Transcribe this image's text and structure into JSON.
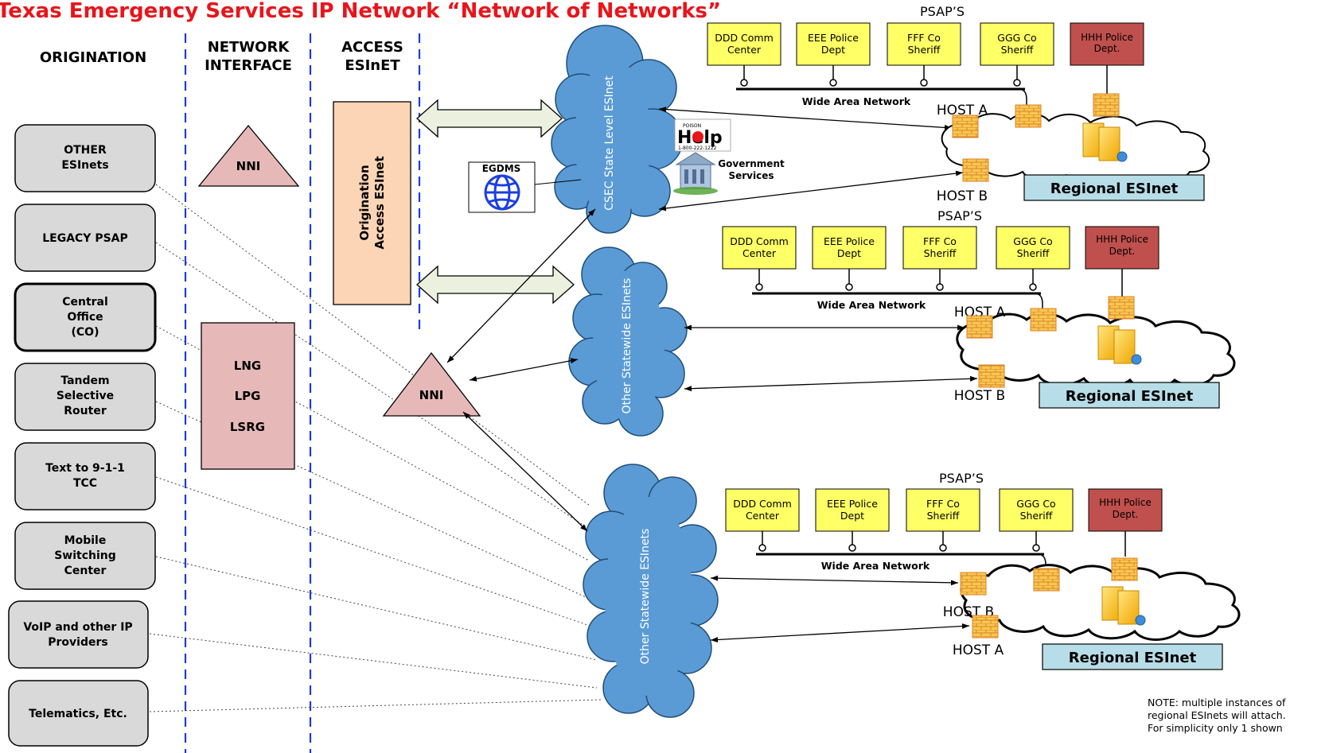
{
  "title": "Texas Emergency Services IP Network  “Network of Networks”",
  "columns": {
    "origination": "ORIGINATION",
    "network_interface": [
      "NETWORK",
      "INTERFACE"
    ],
    "access": [
      "ACCESS",
      "ESInET"
    ]
  },
  "origination_boxes": [
    [
      "OTHER",
      "ESInets"
    ],
    [
      "LEGACY PSAP"
    ],
    [
      "Central",
      "Office",
      "(CO)"
    ],
    [
      "Tandem",
      "Selective",
      "Router"
    ],
    [
      "Text to 9-1-1",
      "TCC"
    ],
    [
      "Mobile",
      "Switching",
      "Center"
    ],
    [
      "VoIP and other IP",
      "Providers"
    ],
    [
      "Telematics, Etc."
    ]
  ],
  "nni_label": "NNI",
  "interface_labels": [
    "LNG",
    "LPG",
    "LSRG"
  ],
  "access_box_label": [
    "Origination",
    "Access ESInet"
  ],
  "clouds": {
    "state": "CSEC State Level ESInet",
    "statewide": "Other Statewide ESInets"
  },
  "egdms": "EGDMS",
  "poison_help": {
    "small": "POISON",
    "big": "Help",
    "phone": "1-800-222-1222"
  },
  "government_services": [
    "Government",
    "Services"
  ],
  "psap_heading": "PSAP’S",
  "psaps": [
    [
      "DDD Comm",
      "Center"
    ],
    [
      "EEE Police",
      "Dept"
    ],
    [
      "FFF Co",
      "Sheriff"
    ],
    [
      "GGG Co",
      "Sheriff"
    ],
    [
      "HHH Police",
      "Dept."
    ]
  ],
  "wan_label": "Wide Area Network",
  "host_a": "HOST A",
  "host_b": "HOST B",
  "regional_label": "Regional ESInet",
  "note": "NOTE: multiple instances of\nregional ESInets will attach.\nFor simplicity only 1 shown",
  "colors": {
    "title": "#e8151b",
    "cloud": "#5b9bd5",
    "origination_box": "#d9d9d9",
    "interface": "#e6b9b8",
    "access_box": "#fbd5b5",
    "psap": "#ffff66",
    "psap_police": "#c0504d",
    "regional": "#b7dee8",
    "firewall": "#f7c25a",
    "dashed": "#1f3bdc"
  }
}
